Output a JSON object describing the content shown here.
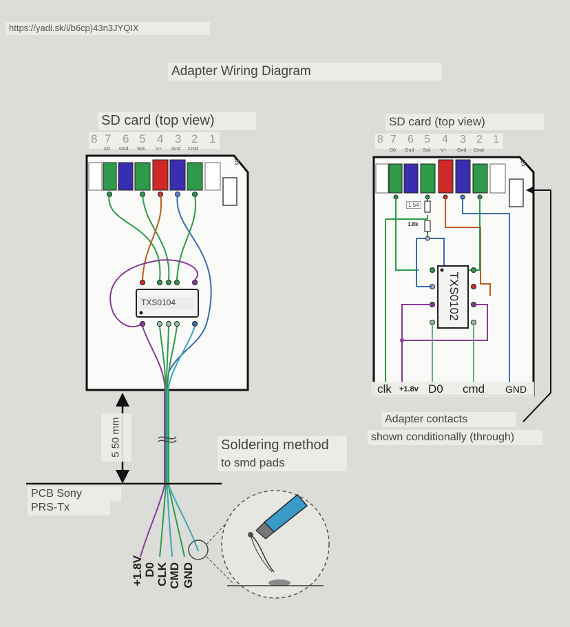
{
  "url": "https://yadi.sk/i/b6cp)43n3JYQIX",
  "title": "Adapter Wiring Diagram",
  "left_card": {
    "heading": "SD card (top view)",
    "pin_numbers": [
      "8",
      "7",
      "6",
      "5",
      "4",
      "3",
      "2",
      "1"
    ],
    "pin_names": [
      "D0",
      "Gnd",
      "Sck",
      "V+",
      "Gnd",
      "Cmd"
    ],
    "pin9": "9",
    "chip": "TXS0104",
    "dimension": "5 50 mm",
    "pcb_label_1": "PCB Sony",
    "pcb_label_2": "PRS-Tx",
    "soldering_title": "Soldering method",
    "soldering_sub": "to smd pads",
    "wire_labels": [
      "+1.8V",
      "D0",
      "CLK",
      "CMD",
      "GND"
    ]
  },
  "right_card": {
    "heading": "SD card (top view)",
    "pin_numbers": [
      "8",
      "7",
      "6",
      "5",
      "4",
      "3",
      "2",
      "1"
    ],
    "pin_names": [
      "D0",
      "Gnd",
      "Sck",
      "V+",
      "Gnd",
      "Cmd"
    ],
    "pin9": "9",
    "chip": "TXS0102",
    "resistor_1": "1.54",
    "resistor_2": "1.8k",
    "bottom_labels": [
      "clk",
      "+1.8v",
      "D0",
      "cmd",
      "GND"
    ],
    "note_1": "Adapter contacts",
    "note_2": "shown conditionally (through)"
  },
  "colors": {
    "green": "#2e9a4a",
    "blue": "#3a2eb0",
    "red": "#d02828",
    "purple": "#8a3a9a",
    "teal": "#3aa6b8",
    "orange": "#c05a20",
    "pen": "#3a9ac8"
  }
}
